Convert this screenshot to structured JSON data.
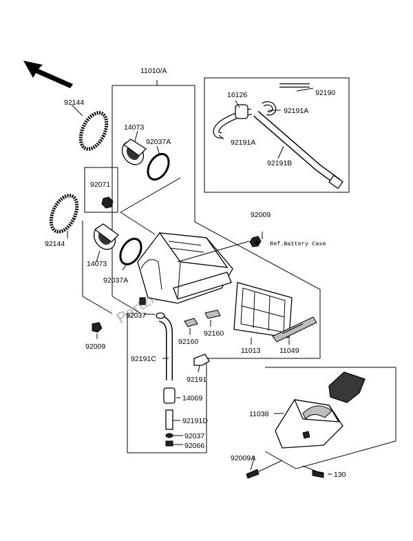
{
  "watermark": "Partzilla.com",
  "labels": {
    "assembly": "11010/A",
    "l92144_top": "92144",
    "l14073_top": "14073",
    "l92037A_top": "92037A",
    "l92071": "92071",
    "l92144_bot": "92144",
    "l14073_bot": "14073",
    "l92037A_bot": "92037A",
    "l92009_left": "92009",
    "l92037": "92037",
    "l16126": "16126",
    "l92190": "92190",
    "l92191A_a": "92191A",
    "l92191A_b": "92191A",
    "l92191B": "92191B",
    "l92009_right": "92009",
    "ref_battery": "Ref.Battery Case",
    "l92160_a": "92160",
    "l92160_b": "92160",
    "l11013": "11013",
    "l11049": "11049",
    "l92191C": "92191C",
    "l92191": "92191",
    "l14069": "14069",
    "l92191D": "92191D",
    "l92037_b": "92037",
    "l92066": "92066",
    "l11038": "11038",
    "l92009A": "92009A",
    "l130": "130"
  },
  "icons": [
    "direction-arrow-icon"
  ]
}
